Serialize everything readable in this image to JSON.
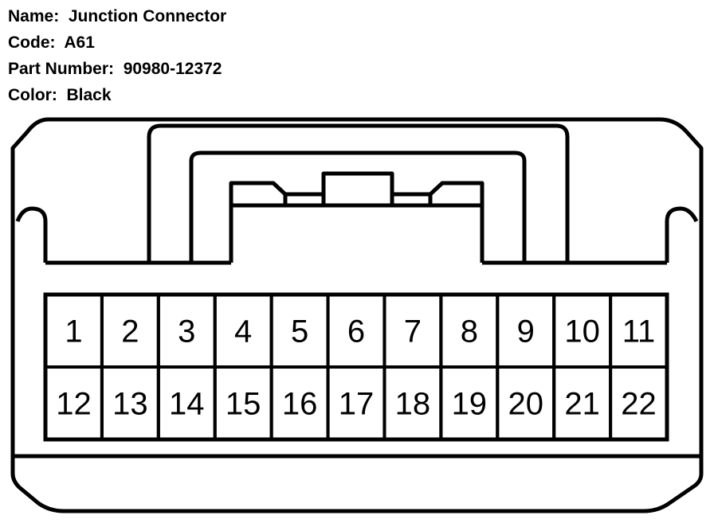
{
  "info": {
    "name_label": "Name:",
    "name_value": "Junction Connector",
    "code_label": "Code:",
    "code_value": "A61",
    "part_label": "Part Number:",
    "part_value": "90980-12372",
    "color_label": "Color:",
    "color_value": "Black"
  },
  "connector": {
    "pins_top": [
      "1",
      "2",
      "3",
      "4",
      "5",
      "6",
      "7",
      "8",
      "9",
      "10",
      "11"
    ],
    "pins_bottom": [
      "12",
      "13",
      "14",
      "15",
      "16",
      "17",
      "18",
      "19",
      "20",
      "21",
      "22"
    ]
  }
}
